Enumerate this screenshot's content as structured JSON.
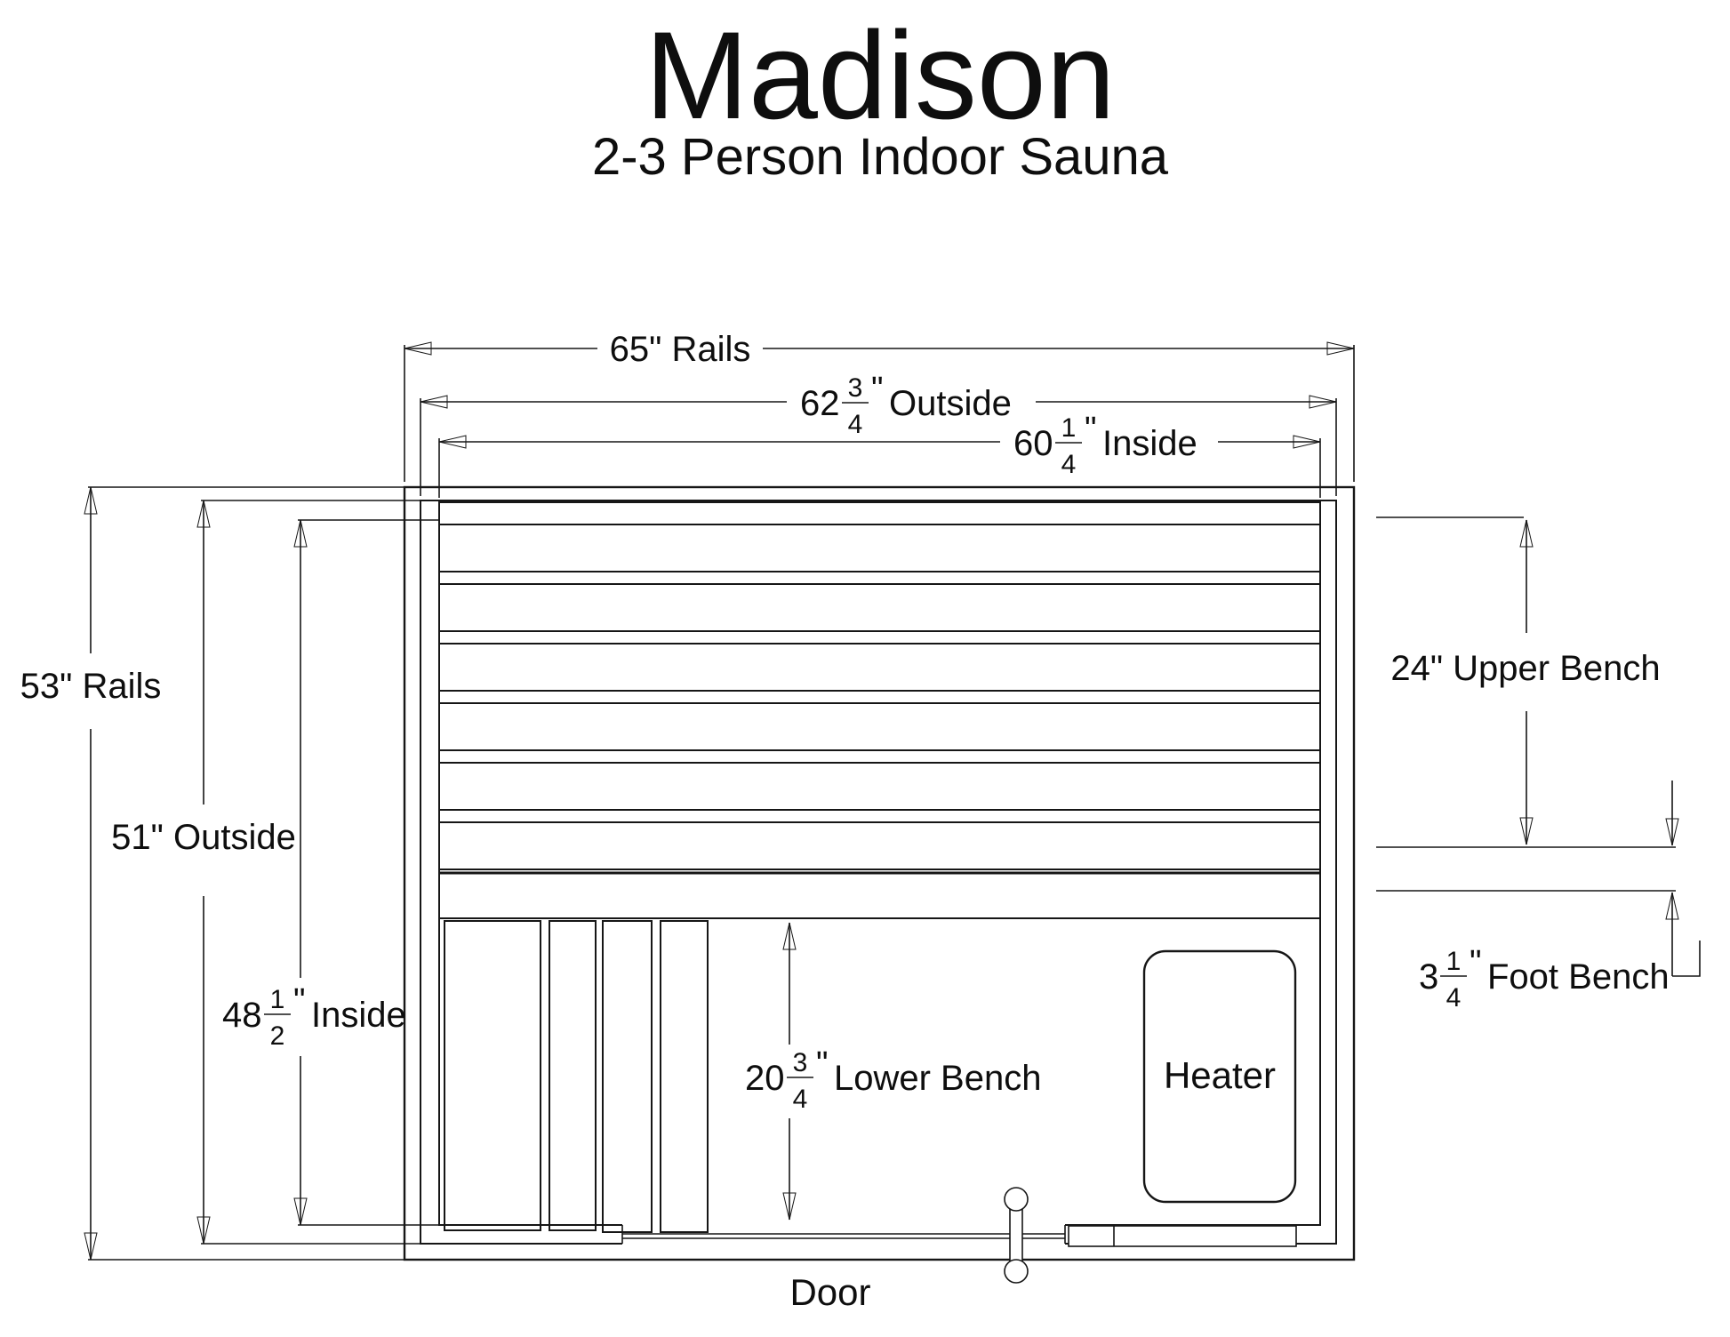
{
  "title": "Madison",
  "subtitle": "2-3 Person Indoor Sauna",
  "dimensions": {
    "rails_width": "65\" Rails",
    "outside_width": {
      "whole": "62",
      "num": "3",
      "den": "4",
      "unit": "\"",
      "word": "Outside"
    },
    "inside_width": {
      "whole": "60",
      "num": "1",
      "den": "4",
      "unit": "\"",
      "word": "Inside"
    },
    "rails_height": "53\" Rails",
    "outside_height": "51\" Outside",
    "inside_height": {
      "whole": "48",
      "num": "1",
      "den": "2",
      "unit": "\"",
      "word": "Inside"
    },
    "upper_bench": "24\" Upper Bench",
    "foot_bench": {
      "whole": "3",
      "num": "1",
      "den": "4",
      "unit": "\"",
      "word": "Foot Bench"
    },
    "lower_bench": {
      "whole": "20",
      "num": "3",
      "den": "4",
      "unit": "\"",
      "word": "Lower Bench"
    }
  },
  "parts": {
    "heater": "Heater",
    "door": "Door"
  },
  "colors": {
    "ink": "#161616",
    "background": "#ffffff"
  }
}
